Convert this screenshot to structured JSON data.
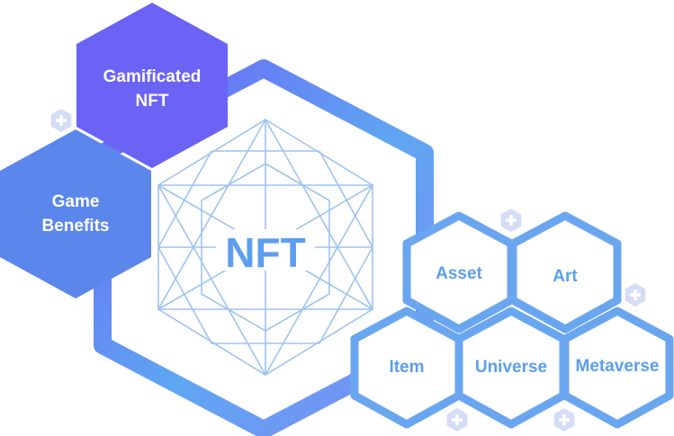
{
  "colors": {
    "purple": "#6a63f6",
    "blue": "#5b86ec",
    "light_blue": "#5fa6f2",
    "plus_badge": "#d5dcf5",
    "star_line": "#9ec3f0",
    "outline_blue": "#6aa6f0"
  },
  "center": {
    "label": "NFT"
  },
  "left_hexes": [
    {
      "line1": "Gamificated",
      "line2": "NFT"
    },
    {
      "line1": "Game",
      "line2": "Benefits"
    }
  ],
  "right_hexes": [
    {
      "label": "Asset"
    },
    {
      "label": "Art"
    },
    {
      "label": "Item"
    },
    {
      "label": "Universe"
    },
    {
      "label": "Metaverse"
    }
  ],
  "icons": {
    "plus": "plus-icon",
    "star": "hexagram-pattern-icon"
  }
}
